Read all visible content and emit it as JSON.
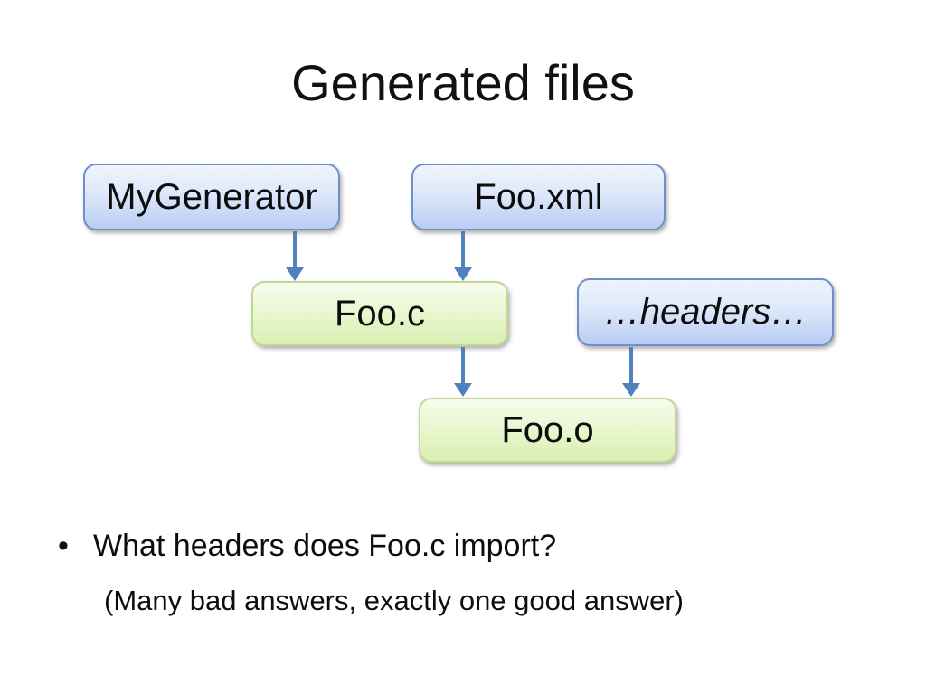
{
  "slide": {
    "title": "Generated files",
    "diagram": {
      "nodes": [
        {
          "id": "mygenerator",
          "label": "MyGenerator",
          "type": "blue",
          "italic": false
        },
        {
          "id": "fooxml",
          "label": "Foo.xml",
          "type": "blue",
          "italic": false
        },
        {
          "id": "fooc",
          "label": "Foo.c",
          "type": "green",
          "italic": false
        },
        {
          "id": "headers",
          "label": "…headers…",
          "type": "blue",
          "italic": true
        },
        {
          "id": "fooo",
          "label": "Foo.o",
          "type": "green",
          "italic": false
        }
      ],
      "edges": [
        {
          "from": "mygenerator",
          "to": "fooc"
        },
        {
          "from": "fooxml",
          "to": "fooc"
        },
        {
          "from": "fooc",
          "to": "fooo"
        },
        {
          "from": "headers",
          "to": "fooo"
        }
      ],
      "colors": {
        "blue_fill_top": "#eff4fd",
        "blue_fill_bottom": "#b9ccf2",
        "blue_border": "#708ec9",
        "green_fill_top": "#f7fcee",
        "green_fill_bottom": "#d9efb3",
        "green_border": "#c0d796",
        "arrow": "#4f81bd",
        "text": "#0d0d0d",
        "background": "#ffffff"
      }
    },
    "bullet": {
      "marker": "•",
      "text": "What headers does Foo.c import?",
      "subtext": "(Many bad answers, exactly one good answer)"
    }
  }
}
